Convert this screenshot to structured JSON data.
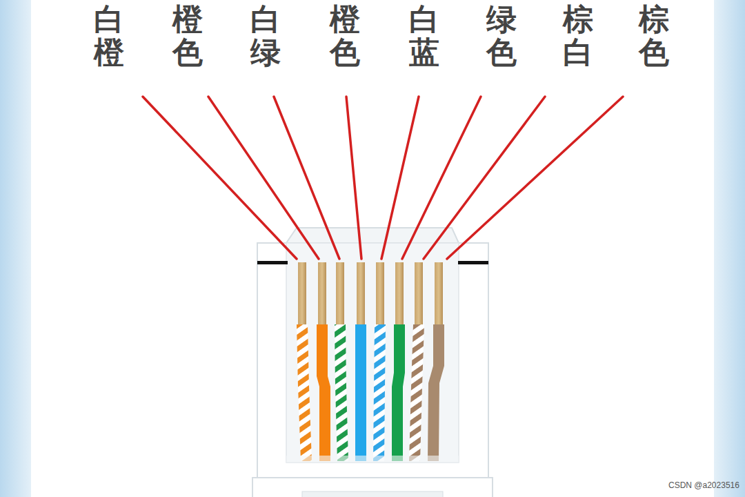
{
  "diagram": {
    "labels": [
      "白橙",
      "橙色",
      "白绿",
      "橙色",
      "白蓝",
      "绿色",
      "棕白",
      "棕色",
      "CSDN @a2023516"
    ]
  }
}
